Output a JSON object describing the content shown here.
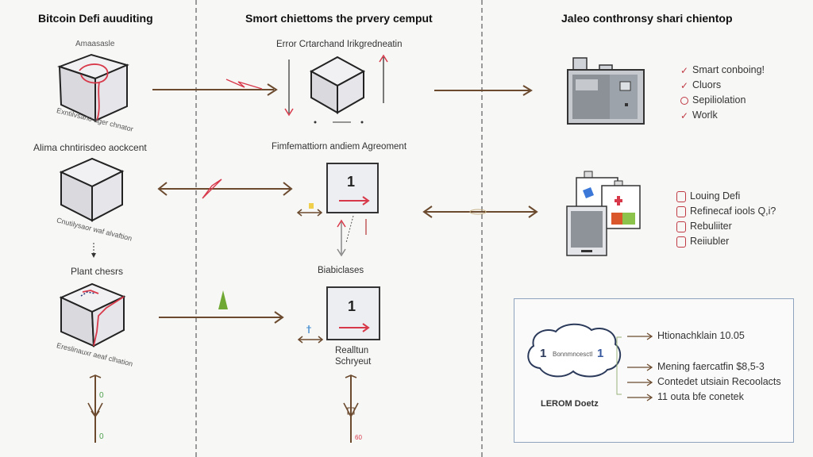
{
  "columns": [
    {
      "title": "Bitcoin Defi auuditing",
      "cubes": [
        {
          "top_label": "Amaasasle",
          "bottom_caption": "Exntilvsano ager chnator"
        },
        {
          "top_label": "Alima chntirisdeo aockcent",
          "bottom_caption": "Cnutilysaor waf alvaftion"
        },
        {
          "top_label": "Plant chesrs",
          "bottom_caption": "Ereslinauxr aeaf clhation"
        }
      ],
      "stem_marks": [
        "0",
        "0"
      ]
    },
    {
      "title": "Smort chiettoms the prvery cemput",
      "nodes": [
        {
          "top_label": "Error Crtarchand Irikgredneatin",
          "type": "cube"
        },
        {
          "top_label": "Fimfemattiorn andiem Agreoment",
          "type": "box",
          "number": "1"
        },
        {
          "top_label": "Biabiclases",
          "type": "box",
          "number": "1",
          "bottom_caption": [
            "Realltun",
            "Schryeut"
          ]
        }
      ],
      "stem_mark": "60"
    },
    {
      "title": "Jaleo conthronsy shari chientop",
      "checklist_1": [
        {
          "icon": "check-icon",
          "label": "Smart conboing!"
        },
        {
          "icon": "check-icon",
          "label": "Cluors"
        },
        {
          "icon": "badge-icon",
          "label": "Sepiliolation"
        },
        {
          "icon": "check-icon",
          "label": "Worlk"
        }
      ],
      "checklist_2": [
        {
          "icon": "badge-icon",
          "label": "Louing Defi"
        },
        {
          "icon": "badge-icon",
          "label": "Refinecaf iools Q,i?"
        },
        {
          "icon": "badge-icon",
          "label": "Rebuliiter"
        },
        {
          "icon": "badge-icon",
          "label": "Reiiubler"
        }
      ]
    }
  ],
  "panel": {
    "cloud_left_num": "1",
    "cloud_text": "Bonnmncesctl",
    "cloud_right_num": "1",
    "cloud_caption": "LEROM Doetz",
    "items": [
      "Htionachklain 10.05",
      "Mening faercatfin $8,5-3",
      "Contedet utsiain Recoolacts",
      "11 outa bfe conetek"
    ]
  },
  "colors": {
    "arrow_brown": "#6b4a2e",
    "accent_red": "#d8394a",
    "panel_border": "#8ea3bd",
    "divider": "#9a9a9a"
  }
}
